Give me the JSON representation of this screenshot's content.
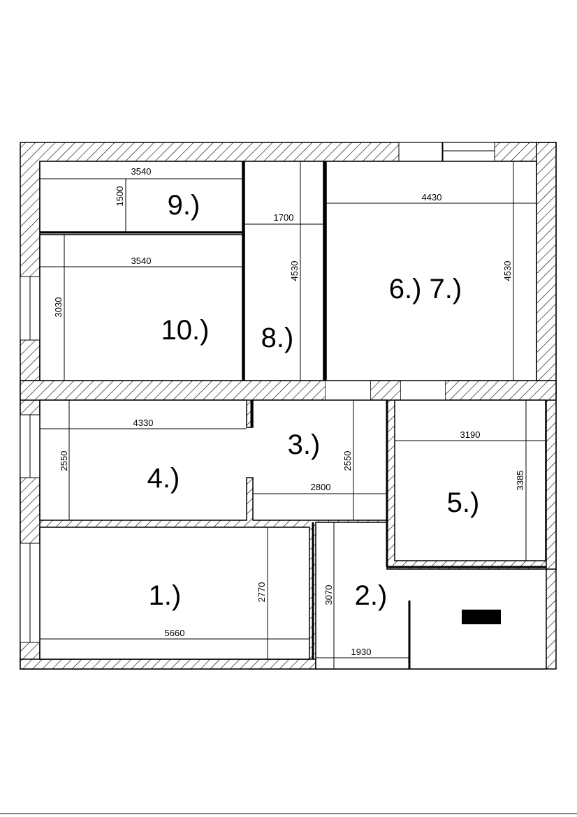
{
  "plan": {
    "title": "Floor plan",
    "rooms": [
      {
        "id": "r1",
        "label": "1.)"
      },
      {
        "id": "r2",
        "label": "2.)"
      },
      {
        "id": "r3",
        "label": "3.)"
      },
      {
        "id": "r4",
        "label": "4.)"
      },
      {
        "id": "r5",
        "label": "5.)"
      },
      {
        "id": "r67",
        "label": "6.) 7.)"
      },
      {
        "id": "r8",
        "label": "8.)"
      },
      {
        "id": "r9",
        "label": "9.)"
      },
      {
        "id": "r10",
        "label": "10.)"
      }
    ],
    "dimensions": {
      "r9_width": "3540",
      "r9_height": "1500",
      "r10_width": "3540",
      "r10_height": "3030",
      "r8_width": "1700",
      "r8_height": "4530",
      "r67_width": "4430",
      "r67_height": "4530",
      "r4_width": "4330",
      "r4_height": "2550",
      "r3_width": "2800",
      "r3_height": "2550",
      "r5_width": "3190",
      "r5_height": "3385",
      "r1_width": "5660",
      "r1_height": "2770",
      "r2_width": "1930",
      "r2_height": "3070"
    },
    "colors": {
      "line": "#000000",
      "background": "#ffffff",
      "hatch": "#000000"
    }
  }
}
